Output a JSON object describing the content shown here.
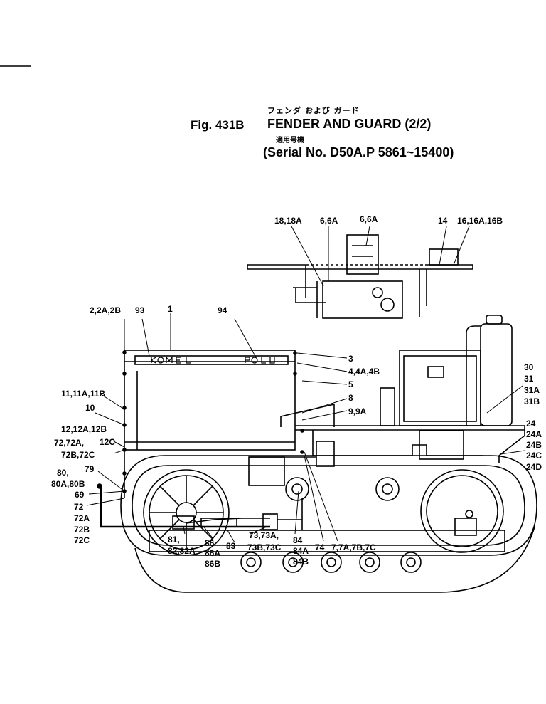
{
  "header": {
    "figure": "Fig. 431B",
    "title_jp": "フェンダ および ガード",
    "title": "FENDER AND GUARD (2/2)",
    "applicable_jp": "適用号機",
    "serial": "(Serial No. D50A.P 5861~15400)"
  },
  "callouts": [
    {
      "id": "c1",
      "text": "18,18A"
    },
    {
      "id": "c2",
      "text": "6,6A"
    },
    {
      "id": "c3",
      "text": "6,6A"
    },
    {
      "id": "c4",
      "text": "14"
    },
    {
      "id": "c5",
      "text": "16,16A,16B"
    },
    {
      "id": "c6",
      "text": "2,2A,2B"
    },
    {
      "id": "c7",
      "text": "93"
    },
    {
      "id": "c8",
      "text": "1"
    },
    {
      "id": "c9",
      "text": "94"
    },
    {
      "id": "c10",
      "text": "3"
    },
    {
      "id": "c11",
      "text": "4,4A,4B"
    },
    {
      "id": "c12",
      "text": "5"
    },
    {
      "id": "c13",
      "text": "8"
    },
    {
      "id": "c14",
      "text": "9,9A"
    },
    {
      "id": "c15",
      "text": "30"
    },
    {
      "id": "c16",
      "text": "31"
    },
    {
      "id": "c17",
      "text": "31A"
    },
    {
      "id": "c18",
      "text": "31B"
    },
    {
      "id": "c19",
      "text": "24"
    },
    {
      "id": "c20",
      "text": "24A"
    },
    {
      "id": "c21",
      "text": "24B"
    },
    {
      "id": "c22",
      "text": "24C"
    },
    {
      "id": "c23",
      "text": "24D"
    },
    {
      "id": "c24",
      "text": "11,11A,11B"
    },
    {
      "id": "c25",
      "text": "10"
    },
    {
      "id": "c26",
      "text": "12,12A,12B"
    },
    {
      "id": "c27",
      "text": "72,72A,"
    },
    {
      "id": "c28",
      "text": "12C"
    },
    {
      "id": "c29",
      "text": "72B,72C"
    },
    {
      "id": "c30",
      "text": "80,"
    },
    {
      "id": "c31",
      "text": "79"
    },
    {
      "id": "c32",
      "text": "80A,80B"
    },
    {
      "id": "c33",
      "text": "69"
    },
    {
      "id": "c34",
      "text": "72"
    },
    {
      "id": "c35",
      "text": "72A"
    },
    {
      "id": "c36",
      "text": "72B"
    },
    {
      "id": "c37",
      "text": "72C"
    },
    {
      "id": "c38",
      "text": "81,"
    },
    {
      "id": "c39",
      "text": "82,82A"
    },
    {
      "id": "c40",
      "text": "86"
    },
    {
      "id": "c41",
      "text": "86A"
    },
    {
      "id": "c42",
      "text": "86B"
    },
    {
      "id": "c43",
      "text": "83"
    },
    {
      "id": "c44",
      "text": "73,73A,"
    },
    {
      "id": "c45",
      "text": "73B,73C"
    },
    {
      "id": "c46",
      "text": "84"
    },
    {
      "id": "c47",
      "text": "84A"
    },
    {
      "id": "c48",
      "text": "84B"
    },
    {
      "id": "c49",
      "text": "74"
    },
    {
      "id": "c50",
      "text": "7,7A,7B,7C"
    }
  ]
}
